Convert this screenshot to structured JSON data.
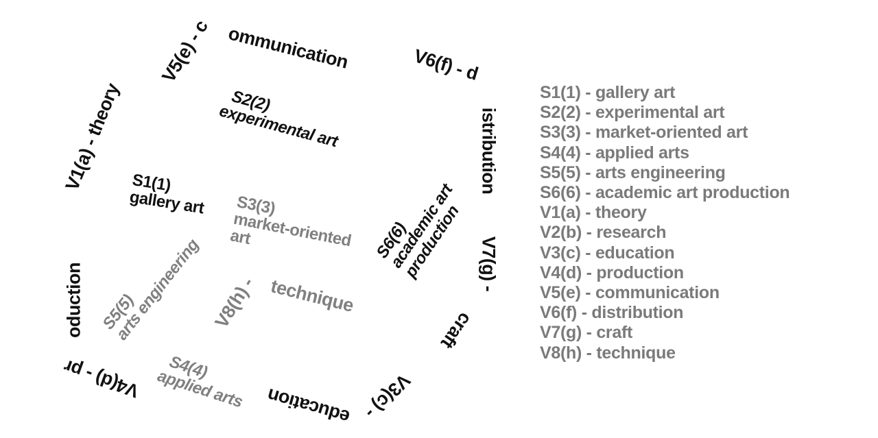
{
  "cube": {
    "edges": {
      "v1": {
        "label": "V1(a) - theory"
      },
      "v5": {
        "part1": "V5(e) - c",
        "part2": "ommunication"
      },
      "v6": {
        "part1": "V6(f) - d",
        "part2": "istribution"
      },
      "v7": {
        "part1": "V7(g) -",
        "part2": "craft"
      },
      "v3": {
        "part1": "V3(c) -",
        "part2": "education"
      },
      "v4": {
        "part1": "V4(d) - pr",
        "part2": "oduction"
      },
      "v8": {
        "part1": "V8(h) -",
        "part2": "technique"
      }
    },
    "sections": {
      "s1": {
        "code": "S1(1)",
        "name": "gallery art"
      },
      "s2": {
        "code": "S2(2)",
        "name": "experimental art"
      },
      "s3": {
        "code": "S3(3)",
        "name": "market-oriented art"
      },
      "s4": {
        "code": "S4(4)",
        "name": "applied arts"
      },
      "s5": {
        "code": "S5(5)",
        "name": "arts engineering"
      },
      "s6": {
        "code": "S6(6)",
        "name1": "academic art",
        "name2": "production"
      }
    }
  },
  "legend": [
    "S1(1) - gallery art",
    "S2(2) - experimental art",
    "S3(3) - market-oriented art",
    "S4(4) - applied arts",
    "S5(5) - arts engineering",
    "S6(6) - academic art production",
    "V1(a) - theory",
    "V2(b) - research",
    "V3(c) - education",
    "V4(d) - production",
    "V5(e) - communication",
    "V6(f) - distribution",
    "V7(g) - craft",
    "V8(h) - technique"
  ],
  "colors": {
    "black": "#111111",
    "gray": "#808080",
    "legend": "#7a7a7a"
  }
}
